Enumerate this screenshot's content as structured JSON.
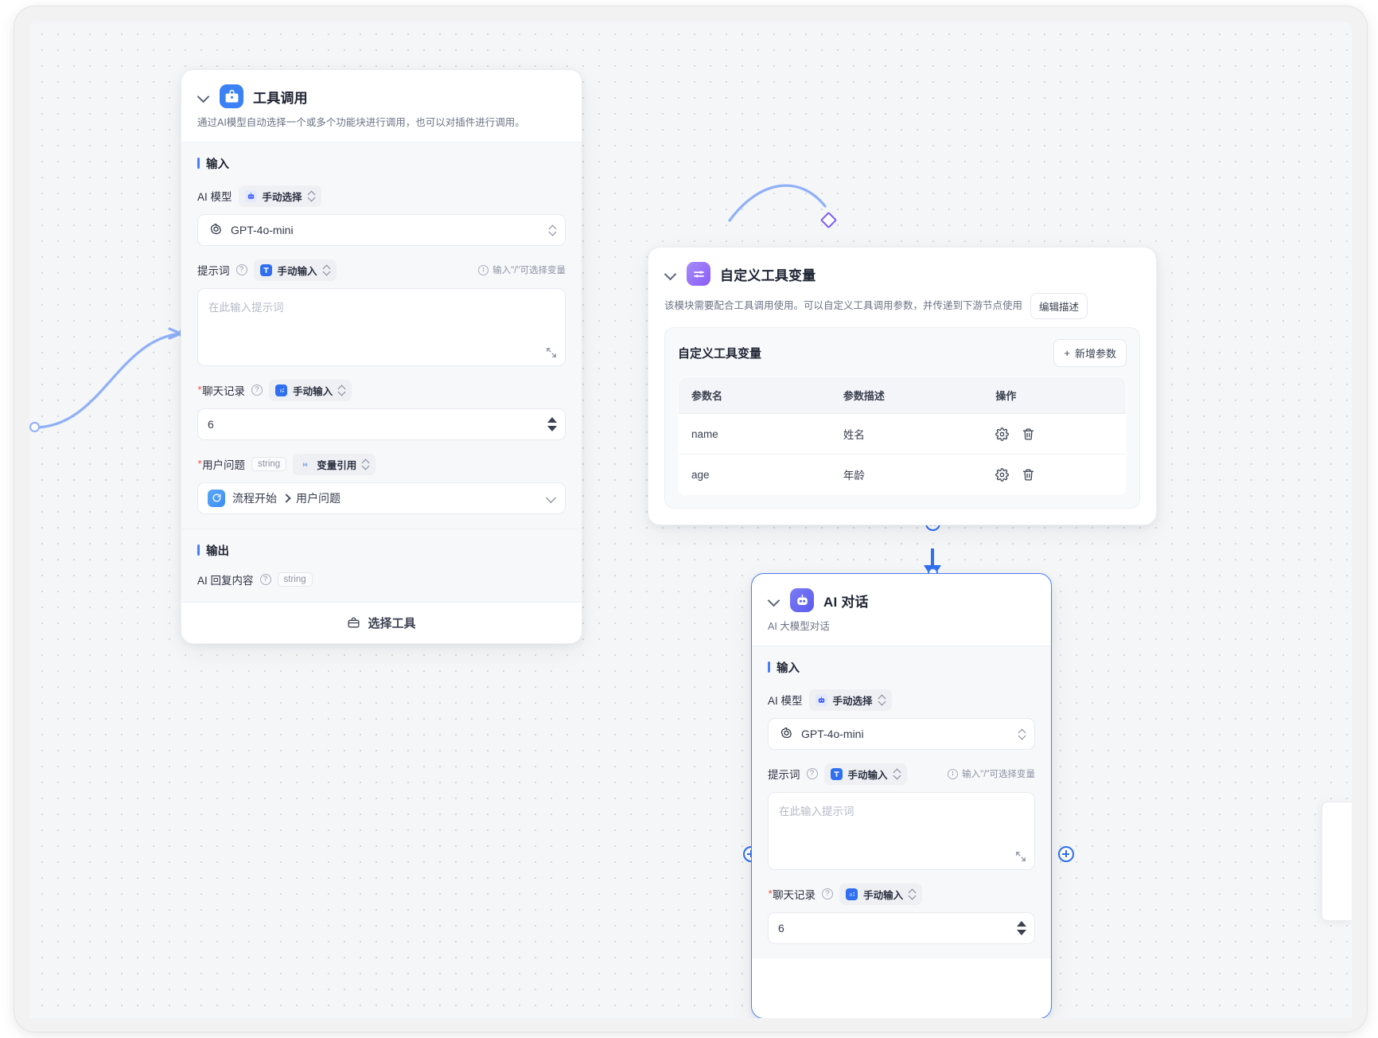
{
  "canvas": {
    "background_color": "#f5f6f8",
    "dot_color": "#d4d7de"
  },
  "nodes": {
    "tool_call": {
      "title": "工具调用",
      "icon": "toolbox-icon",
      "icon_color": "#3b82f6",
      "description": "通过AI模型自动选择一个或多个功能块进行调用，也可以对插件进行调用。",
      "input_section_title": "输入",
      "output_section_title": "输出",
      "fields": {
        "ai_model": {
          "label": "AI 模型",
          "mode_pill": "手动选择",
          "mode_icon": "robot-icon",
          "value": "GPT-4o-mini",
          "value_icon": "openai-icon"
        },
        "prompt": {
          "label": "提示词",
          "mode_pill": "手动输入",
          "mode_icon": "text-icon",
          "hint": "输入\"/\"可选择变量",
          "placeholder": "在此输入提示词",
          "value": ""
        },
        "chat_history": {
          "label": "聊天记录",
          "required": true,
          "mode_pill": "手动输入",
          "mode_icon": "number-icon",
          "value": "6"
        },
        "user_question": {
          "label": "用户问题",
          "required": true,
          "type_tag": "string",
          "mode_pill": "变量引用",
          "mode_icon": "variable-icon",
          "ref_source": "流程开始",
          "ref_field": "用户问题"
        }
      },
      "output": {
        "label": "AI 回复内容",
        "type_tag": "string"
      },
      "footer_action": {
        "label": "选择工具",
        "icon": "toolbox-outline-icon"
      }
    },
    "custom_tool_vars": {
      "title": "自定义工具变量",
      "icon": "sliders-icon",
      "icon_color": "#8b5cf6",
      "description": "该模块需要配合工具调用使用。可以自定义工具调用参数，并传递到下游节点使用",
      "edit_desc_button": "编辑描述",
      "panel_title": "自定义工具变量",
      "add_param_button": "新增参数",
      "table": {
        "headers": [
          "参数名",
          "参数描述",
          "操作"
        ],
        "rows": [
          {
            "name": "name",
            "desc": "姓名",
            "actions": [
              "gear-icon",
              "trash-icon"
            ]
          },
          {
            "name": "age",
            "desc": "年龄",
            "actions": [
              "gear-icon",
              "trash-icon"
            ]
          }
        ]
      }
    },
    "ai_chat": {
      "title": "AI 对话",
      "icon": "robot-face-icon",
      "icon_color": "#6d6df0",
      "description": "AI 大模型对话",
      "selected": true,
      "input_section_title": "输入",
      "fields": {
        "ai_model": {
          "label": "AI 模型",
          "mode_pill": "手动选择",
          "mode_icon": "robot-icon",
          "value": "GPT-4o-mini",
          "value_icon": "openai-icon"
        },
        "prompt": {
          "label": "提示词",
          "mode_pill": "手动输入",
          "mode_icon": "text-icon",
          "hint": "输入\"/\"可选择变量",
          "placeholder": "在此输入提示词",
          "value": ""
        },
        "chat_history": {
          "label": "聊天记录",
          "required": true,
          "mode_pill": "手动输入",
          "mode_icon": "number-icon",
          "value": "6"
        }
      }
    }
  },
  "colors": {
    "accent_blue": "#4a7dfc",
    "edge_blue": "#8fb0f8",
    "purple": "#7c5cf5",
    "required_red": "#f5483b"
  }
}
